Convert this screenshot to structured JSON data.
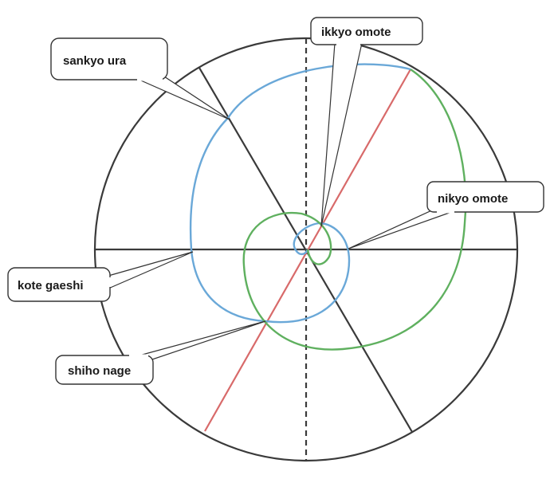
{
  "labels": {
    "sankyo_ura": "sankyo ura",
    "ikkyo_omote": "ikkyo omote",
    "nikyo_omote": "nikyo omote",
    "kote_gaeshi": "kote gaeshi",
    "shiho_nage": "shiho nage"
  },
  "colors": {
    "outer_circle": "#3a3a3a",
    "axis_lines": "#3a3a3a",
    "blue_spiral": "#6aa8d8",
    "green_spiral": "#5fb05f",
    "red_line": "#d86a6a",
    "callout_border": "#333333"
  }
}
